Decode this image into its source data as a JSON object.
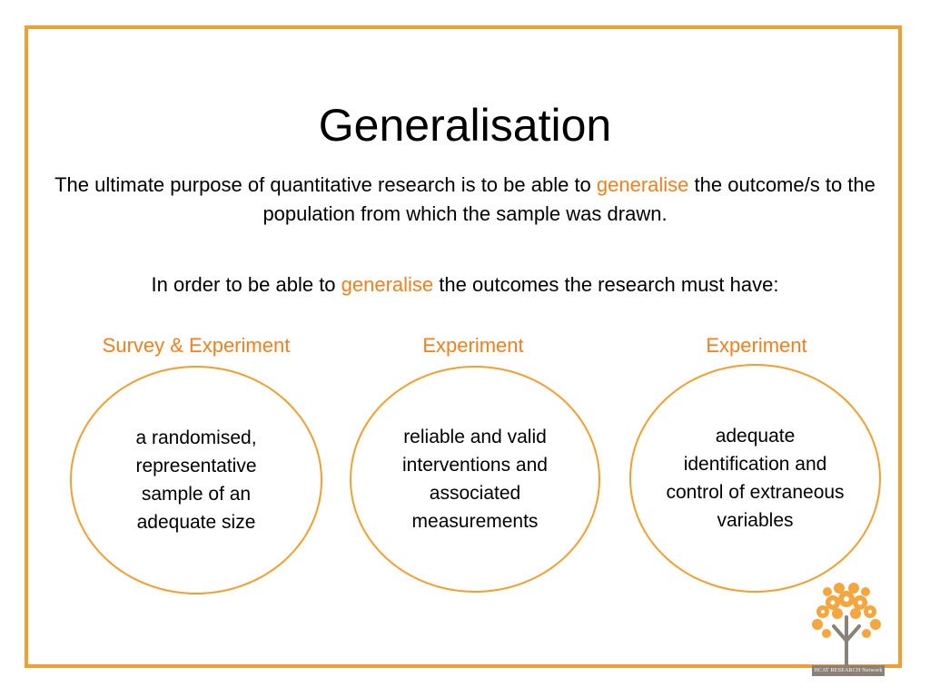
{
  "slide": {
    "title": "Generalisation",
    "para1": {
      "before": "The ultimate purpose of quantitative research is to be able to ",
      "highlight": "generalise",
      "after": " the outcome/s to the population from which the sample was drawn."
    },
    "para2": {
      "before": "In order to be able to ",
      "highlight": "generalise",
      "after": " the outcomes the research must have:"
    },
    "columns": [
      {
        "heading": "Survey & Experiment",
        "text": "a randomised, representative sample of an adequate size"
      },
      {
        "heading": "Experiment",
        "text": "reliable and valid interventions and associated measurements"
      },
      {
        "heading": "Experiment",
        "text": "adequate identification and control of extraneous variables"
      }
    ],
    "logo": {
      "text": "HCAT RESEARCH Network"
    },
    "colors": {
      "accent": "#f08020",
      "border": "#f0a030",
      "logo_gray": "#8a8278"
    }
  }
}
